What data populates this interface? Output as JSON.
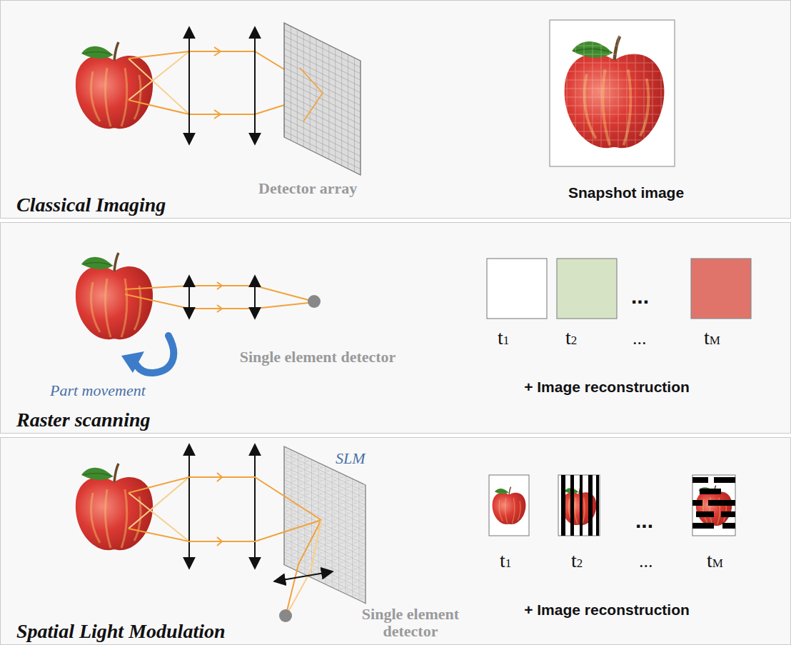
{
  "diagram": {
    "nodes": [
      {
        "text": [
          "Classical Imaging"
        ]
      },
      {
        "text": [
          "Raster scanning"
        ]
      },
      {
        "text": [
          "Spatial Light Modulation"
        ]
      }
    ],
    "labels": [
      "Detector array",
      "Snapshot image",
      "Part movement",
      "Single element detector",
      "...",
      "t1",
      "t2",
      "...",
      "tM",
      "+ Image reconstruction",
      "SLM",
      "Single element detector",
      "...",
      "t1",
      "t2",
      "...",
      "tM",
      "+ Image reconstruction"
    ]
  }
}
